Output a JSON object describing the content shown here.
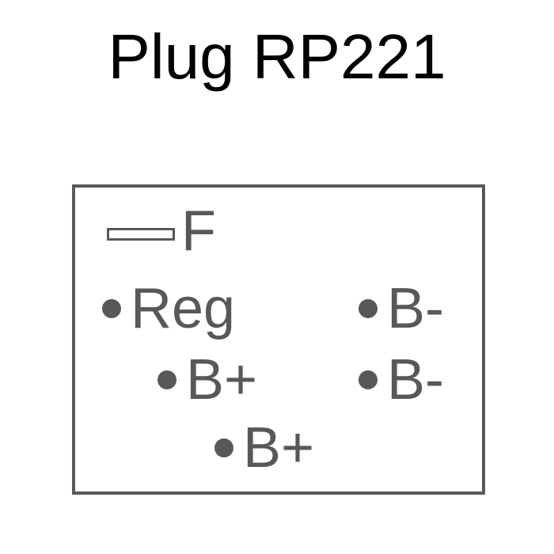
{
  "title": "Plug RP221",
  "colors": {
    "title": "#000000",
    "diagram": "#58585a",
    "background": "#ffffff"
  },
  "terminals": {
    "f": {
      "label": "F",
      "shape": "spade"
    },
    "reg": {
      "label": "Reg",
      "shape": "dot"
    },
    "b_minus_1": {
      "label": "B-",
      "shape": "dot"
    },
    "b_plus_1": {
      "label": "B+",
      "shape": "dot"
    },
    "b_minus_2": {
      "label": "B-",
      "shape": "dot"
    },
    "b_plus_2": {
      "label": "B+",
      "shape": "dot"
    }
  }
}
